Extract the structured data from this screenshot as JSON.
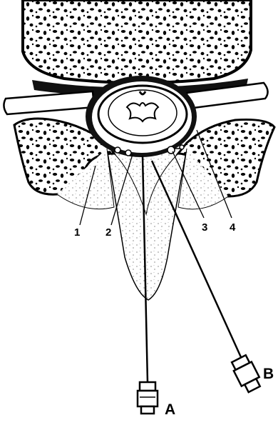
{
  "diagram": {
    "labels": {
      "n1": "1",
      "n2": "2",
      "n3": "3",
      "n4": "4",
      "needle_a": "A",
      "needle_b": "B"
    }
  }
}
